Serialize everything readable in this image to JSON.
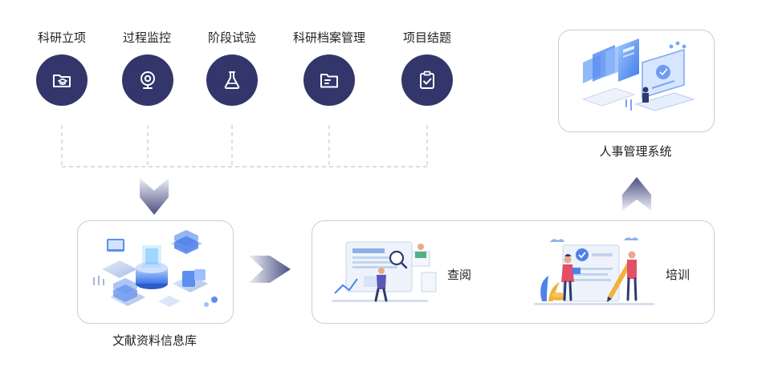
{
  "stages": [
    {
      "label": "科研立项",
      "icon": "folder-graduation-icon"
    },
    {
      "label": "过程监控",
      "icon": "webcam-icon"
    },
    {
      "label": "阶段试验",
      "icon": "flask-icon"
    },
    {
      "label": "科研档案管理",
      "icon": "folder-icon"
    },
    {
      "label": "项目结题",
      "icon": "clipboard-check-icon"
    }
  ],
  "library": {
    "caption": "文献资料信息库"
  },
  "services": [
    {
      "label": "查阅"
    },
    {
      "label": "培训"
    }
  ],
  "hr_system": {
    "caption": "人事管理系统"
  },
  "colors": {
    "node": "#33366a",
    "border": "#c9cbe0",
    "arrow": "#5a5e8c",
    "dash": "#c8c8c8"
  }
}
